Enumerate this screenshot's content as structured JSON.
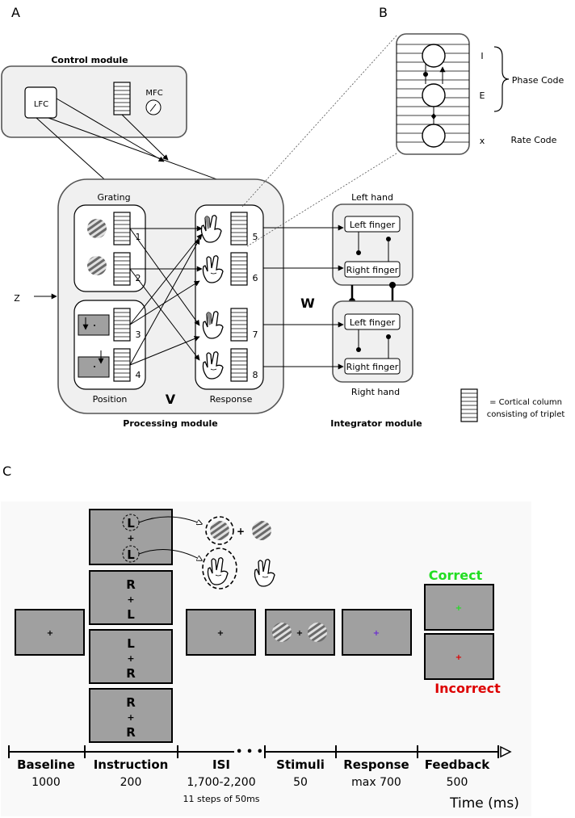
{
  "panels": {
    "a": "A",
    "b": "B",
    "c": "C"
  },
  "control_module": {
    "title": "Control module",
    "lfc": "LFC",
    "mfc": "MFC"
  },
  "processing_module": {
    "title": "Processing module",
    "grating": "Grating",
    "position": "Position",
    "response": "Response",
    "v": "V",
    "w": "W",
    "z": "Z",
    "input_nums": [
      "1",
      "2",
      "3",
      "4"
    ],
    "output_nums": [
      "5",
      "6",
      "7",
      "8"
    ]
  },
  "integrator_module": {
    "title": "Integrator module",
    "left_hand": "Left hand",
    "right_hand": "Right hand",
    "left_finger": "Left finger",
    "right_finger": "Right finger"
  },
  "legend": {
    "line1": "= Cortical column",
    "line2": "consisting of triplet"
  },
  "panel_b": {
    "i": "I",
    "e": "E",
    "x": "x",
    "phase_code": "Phase Code",
    "rate_code": "Rate Code"
  },
  "panel_c": {
    "fixation": "+",
    "instructions": [
      [
        "L",
        "+",
        "L"
      ],
      [
        "R",
        "+",
        "L"
      ],
      [
        "L",
        "+",
        "R"
      ],
      [
        "R",
        "+",
        "R"
      ]
    ],
    "correct": "Correct",
    "incorrect": "Incorrect",
    "colors": {
      "correct": "#22dd22",
      "incorrect": "#dd0000",
      "response_fix": "#6a2ad0",
      "screen": "#a0a0a0"
    },
    "ellipsis": "• • •",
    "phases": [
      {
        "name": "Baseline",
        "value": "1000"
      },
      {
        "name": "Instruction",
        "value": "200"
      },
      {
        "name": "ISI",
        "value": "1,700-2,200"
      },
      {
        "name": "Stimuli",
        "value": "50"
      },
      {
        "name": "Response",
        "value": "max 700"
      },
      {
        "name": "Feedback",
        "value": "500"
      }
    ],
    "isi_note": "11 steps of 50ms",
    "time_label": "Time (ms)"
  }
}
